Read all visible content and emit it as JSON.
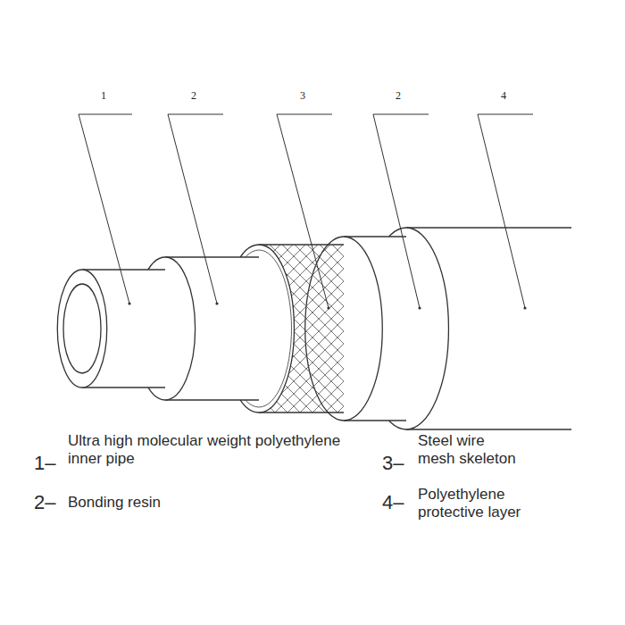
{
  "diagram": {
    "labels": [
      "1",
      "2",
      "3",
      "2",
      "4",
      "1–",
      "Ultra high molecular weight polyethylene inner pipe",
      "2–",
      "Bonding resin",
      "3–",
      "Steel wire mesh skeleton",
      "4–",
      "Polyethylene protective layer"
    ]
  }
}
